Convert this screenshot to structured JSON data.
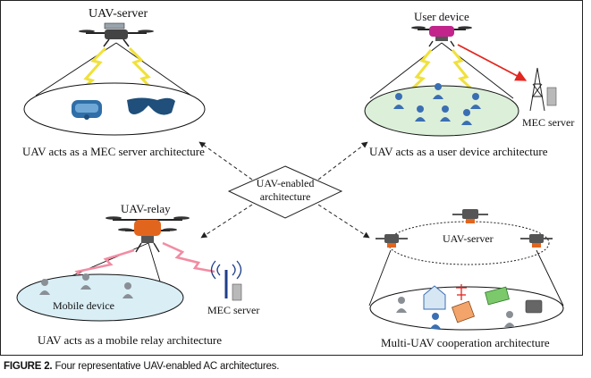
{
  "labels": {
    "uav_server_top": "UAV-server",
    "user_device": "User device",
    "uav_relay": "UAV-relay",
    "uav_server_multi": "UAV-server",
    "mec_server_right": "MEC server",
    "mec_server_relay": "MEC server",
    "mobile_device": "Mobile device",
    "center_line1": "UAV-enabled",
    "center_line2": "architecture"
  },
  "captions": {
    "mec_server_arch": "UAV acts as a MEC server architecture",
    "user_device_arch": "UAV acts as a user device architecture",
    "mobile_relay_arch": "UAV acts as a mobile relay architecture",
    "multi_uav_arch": "Multi-UAV cooperation architecture"
  },
  "figure_caption": {
    "label": "FIGURE 2.",
    "text": "Four representative UAV-enabled AC architectures."
  },
  "colors": {
    "ellipse_fill": "#dcefd9",
    "ellipse_fill_relay": "#d9eef5",
    "lightning_yellow": "#f0e13a",
    "lightning_pink": "#f28ca3",
    "arrow_red": "#e3261f",
    "device_blue": "#3b6fb3",
    "drone_orange": "#e2651e",
    "drone_magenta": "#c2248c"
  }
}
